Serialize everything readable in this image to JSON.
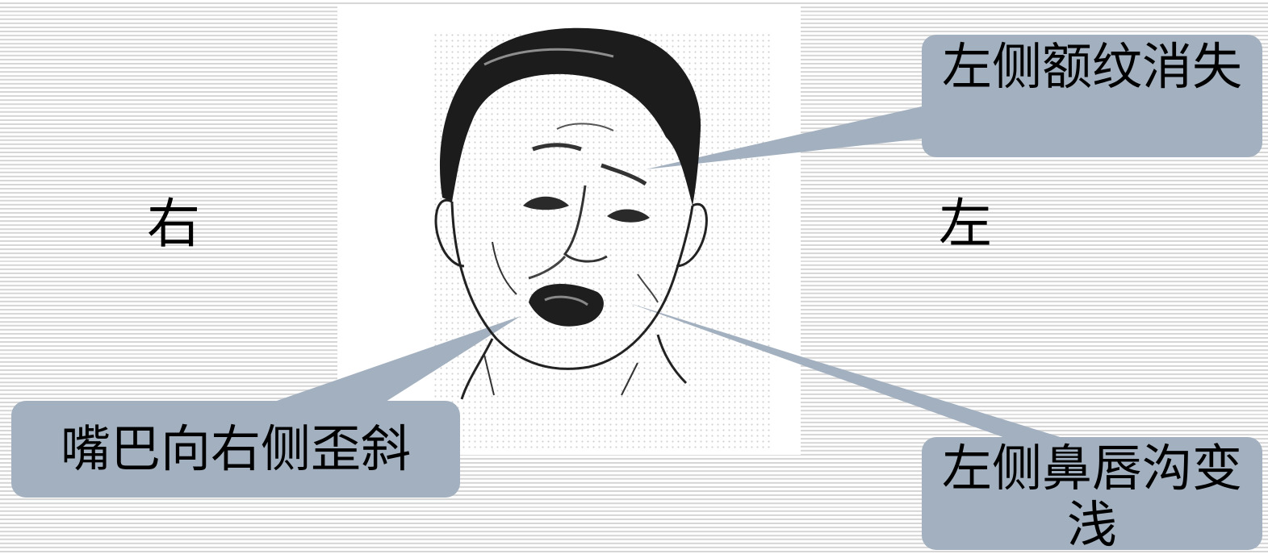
{
  "side_labels": {
    "right": "右",
    "left": "左"
  },
  "callouts": {
    "forehead": "左侧额纹消失",
    "mouth": "嘴巴向右侧歪斜",
    "nasolabial": "左侧鼻唇沟变浅"
  },
  "colors": {
    "callout_fill": "#a3b0bf",
    "stripe": "#d6d6d6"
  }
}
